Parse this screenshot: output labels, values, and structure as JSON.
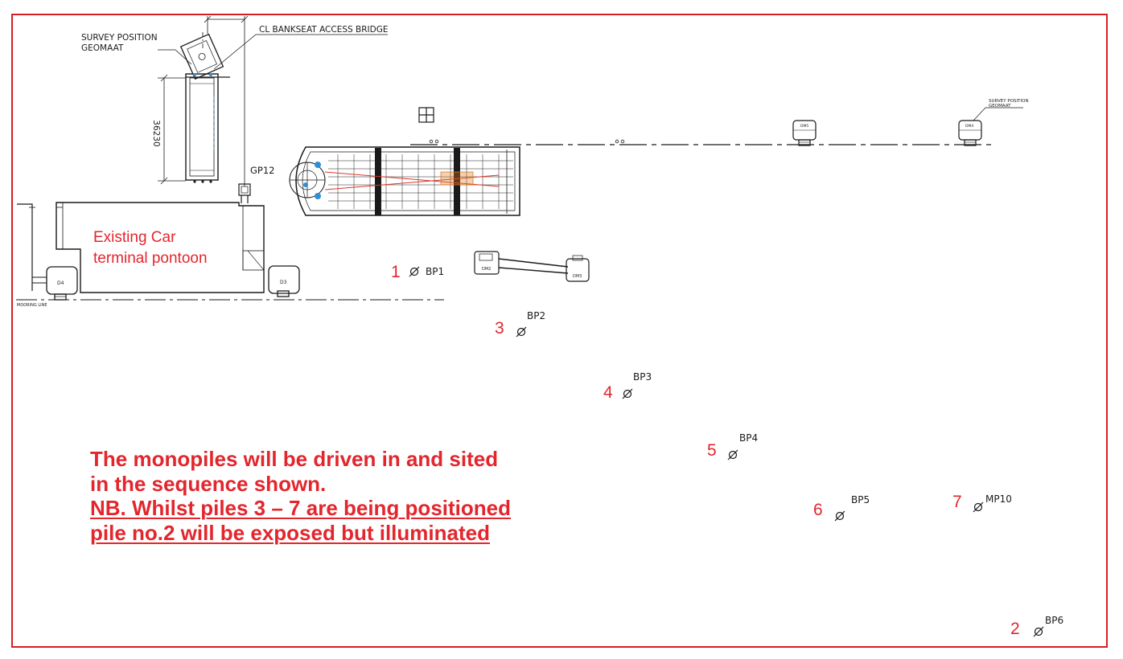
{
  "colors": {
    "border": "#d61f26",
    "annotation_red": "#e3262d",
    "drawing_line": "#1a1a1a",
    "vessel_accent_blue": "#2e8fd6",
    "vessel_accent_orange": "#e07a1f"
  },
  "labels": {
    "survey_position_left": [
      "SURVEY POSITION",
      "GEOMAAT"
    ],
    "cl_bankseat": "CL BANKSEAT ACCESS BRIDGE",
    "dimension": "36230",
    "gp12": "GP12",
    "survey_position_right": [
      "SURVEY POSITION",
      "GEOMAAT"
    ],
    "pontoon": [
      "Existing Car",
      "terminal pontoon"
    ],
    "d4": "D4",
    "d3": "D3",
    "dm2": "DM2",
    "dm3": "DM3",
    "dm4": "DM4",
    "dm5": "DM5",
    "mooring_line": "MOORING LINE"
  },
  "piles": [
    {
      "seq": "1",
      "name": "BP1"
    },
    {
      "seq": "3",
      "name": "BP2"
    },
    {
      "seq": "4",
      "name": "BP3"
    },
    {
      "seq": "5",
      "name": "BP4"
    },
    {
      "seq": "6",
      "name": "BP5"
    },
    {
      "seq": "7",
      "name": "MP10"
    },
    {
      "seq": "2",
      "name": "BP6"
    }
  ],
  "notes": {
    "line1": "The monopiles will be driven in and sited",
    "line2": "in the sequence shown.",
    "line3": "NB. Whilst piles 3 – 7 are being positioned",
    "line4": "pile no.2 will be exposed but illuminated"
  }
}
